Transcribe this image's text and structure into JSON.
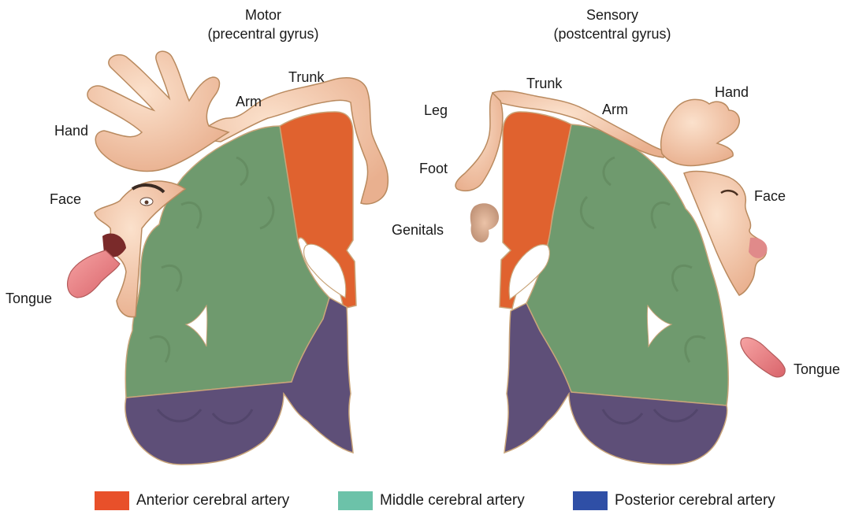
{
  "titles": {
    "motor": "Motor",
    "motor_sub": "(precentral gyrus)",
    "sensory": "Sensory",
    "sensory_sub": "(postcentral gyrus)"
  },
  "motor_labels": {
    "hand": "Hand",
    "arm": "Arm",
    "trunk": "Trunk",
    "face": "Face",
    "tongue": "Tongue"
  },
  "sensory_labels": {
    "trunk": "Trunk",
    "leg": "Leg",
    "arm": "Arm",
    "hand": "Hand",
    "foot": "Foot",
    "face": "Face",
    "genitals": "Genitals",
    "tongue": "Tongue"
  },
  "legend": [
    {
      "label": "Anterior cerebral artery",
      "color": "#e8502a"
    },
    {
      "label": "Middle cerebral artery",
      "color": "#6cc2a9"
    },
    {
      "label": "Posterior cerebral artery",
      "color": "#2f4fa6"
    }
  ],
  "colors": {
    "anterior_region": "#e0622f",
    "middle_region": "#6f9a6e",
    "posterior_region": "#5e4f78",
    "skin": "#f3c9aa",
    "outline": "#b98a5f"
  }
}
